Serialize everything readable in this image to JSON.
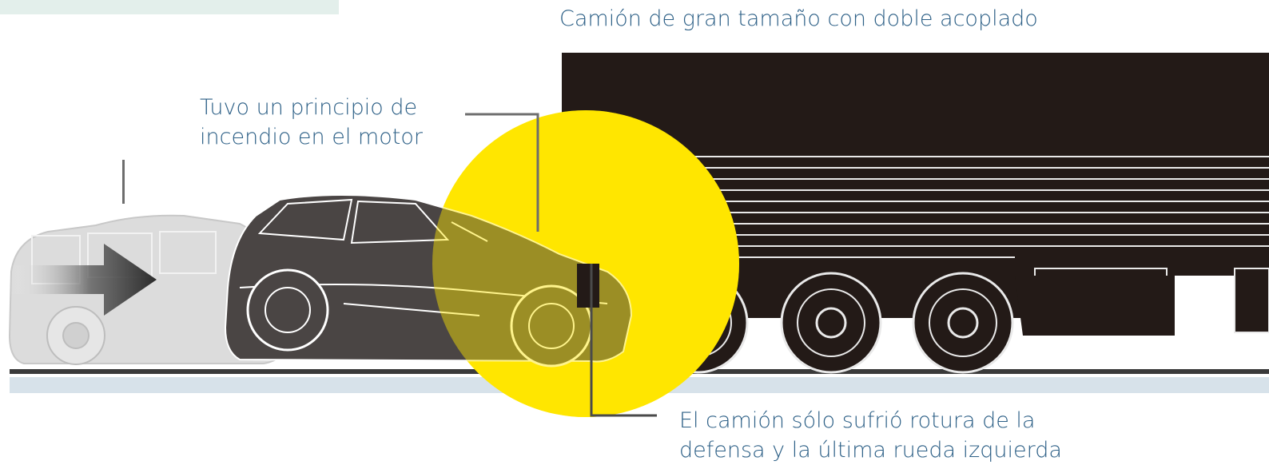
{
  "labels": {
    "truck": "Camión de gran tamaño con doble acoplado",
    "fire_line1": "Tuvo un principio de",
    "fire_line2": "incendio en el motor",
    "damage_line1": "El camión sólo sufrió rotura de la",
    "damage_line2": "defensa y la última rueda izquierda"
  },
  "colors": {
    "label_text": "#2c5f86",
    "truck_body": "#231a17",
    "highlight": "#ffe600",
    "ghost_car": "#d9d9d9",
    "suv_body": "#4a4544",
    "road_line": "#3a3a3a",
    "road_band": "#d7e2ea",
    "corner_box": "#e3efeb"
  },
  "icons": [
    "arrow-right-icon"
  ]
}
